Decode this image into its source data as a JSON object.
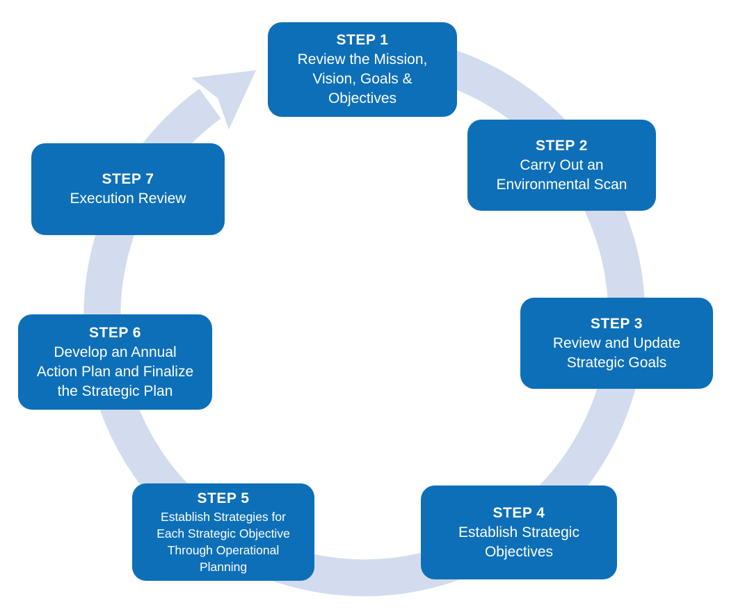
{
  "diagram": {
    "type": "cycle",
    "direction": "clockwise",
    "steps": [
      {
        "label": "STEP 1",
        "text": "Review the Mission,\nVision, Goals &\nObjectives"
      },
      {
        "label": "STEP 2",
        "text": "Carry Out an\nEnvironmental Scan"
      },
      {
        "label": "STEP 3",
        "text": "Review and Update\nStrategic Goals"
      },
      {
        "label": "STEP 4",
        "text": "Establish Strategic\nObjectives"
      },
      {
        "label": "STEP 5",
        "text": "Establish Strategies for\nEach Strategic Objective\nThrough Operational\nPlanning"
      },
      {
        "label": "STEP 6",
        "text": "Develop an Annual\nAction Plan and Finalize\nthe Strategic Plan"
      },
      {
        "label": "STEP 7",
        "text": "Execution Review"
      }
    ]
  },
  "colors": {
    "box_blue": "#0d6fb7",
    "ring_blue": "#d2dcee",
    "text_white": "#ffffff",
    "background": "#ffffff"
  }
}
